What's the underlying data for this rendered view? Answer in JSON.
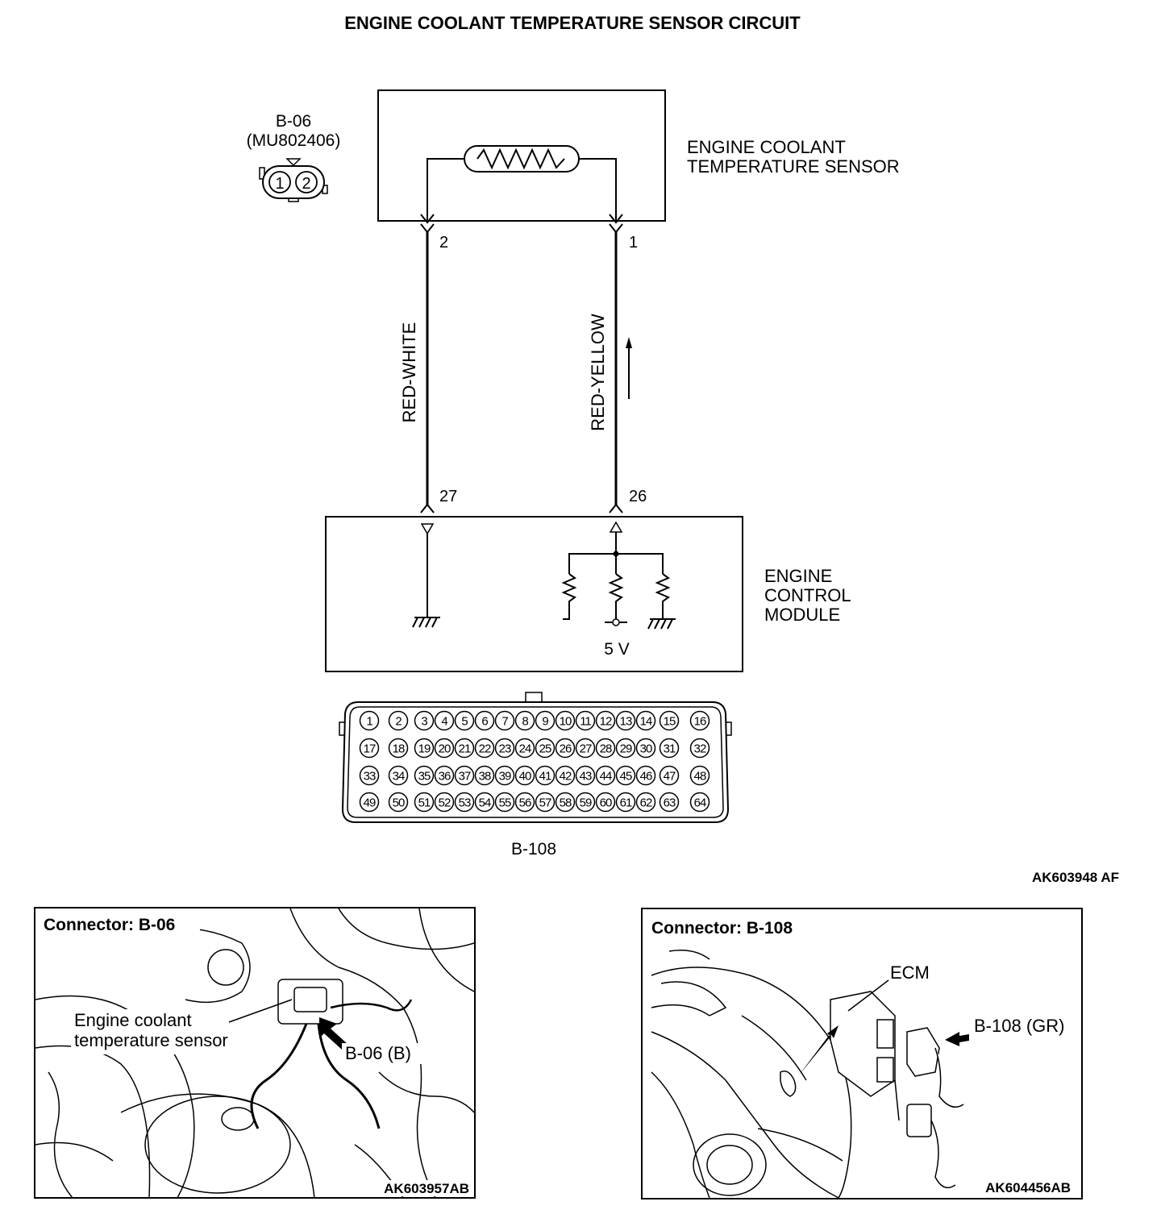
{
  "title": "ENGINE COOLANT TEMPERATURE SENSOR CIRCUIT",
  "sensor": {
    "connector_id": "B-06",
    "part_number": "(MU802406)",
    "pins": [
      "1",
      "2"
    ],
    "label_line1": "ENGINE COOLANT",
    "label_line2": "TEMPERATURE SENSOR",
    "terminal_left": "2",
    "terminal_right": "1"
  },
  "wires": {
    "left_color": "RED-WHITE",
    "right_color": "RED-YELLOW"
  },
  "ecm": {
    "terminal_left": "27",
    "terminal_right": "26",
    "label_line1": "ENGINE",
    "label_line2": "CONTROL",
    "label_line3": "MODULE",
    "voltage": "5 V"
  },
  "ecm_connector": {
    "id": "B-108",
    "rows": [
      [
        "1",
        "2",
        "3",
        "4",
        "5",
        "6",
        "7",
        "8",
        "9",
        "10",
        "11",
        "12",
        "13",
        "14",
        "15",
        "16"
      ],
      [
        "17",
        "18",
        "19",
        "20",
        "21",
        "22",
        "23",
        "24",
        "25",
        "26",
        "27",
        "28",
        "29",
        "30",
        "31",
        "32"
      ],
      [
        "33",
        "34",
        "35",
        "36",
        "37",
        "38",
        "39",
        "40",
        "41",
        "42",
        "43",
        "44",
        "45",
        "46",
        "47",
        "48"
      ],
      [
        "49",
        "50",
        "51",
        "52",
        "53",
        "54",
        "55",
        "56",
        "57",
        "58",
        "59",
        "60",
        "61",
        "62",
        "63",
        "64"
      ]
    ]
  },
  "diagram_ref": "AK603948 AF",
  "panel_left": {
    "title": "Connector: B-06",
    "callout_line1": "Engine coolant",
    "callout_line2": "temperature sensor",
    "connector_label": "B-06 (B)",
    "ref": "AK603957AB"
  },
  "panel_right": {
    "title": "Connector: B-108",
    "ecm_label": "ECM",
    "connector_label": "B-108 (GR)",
    "ref": "AK604456AB"
  }
}
